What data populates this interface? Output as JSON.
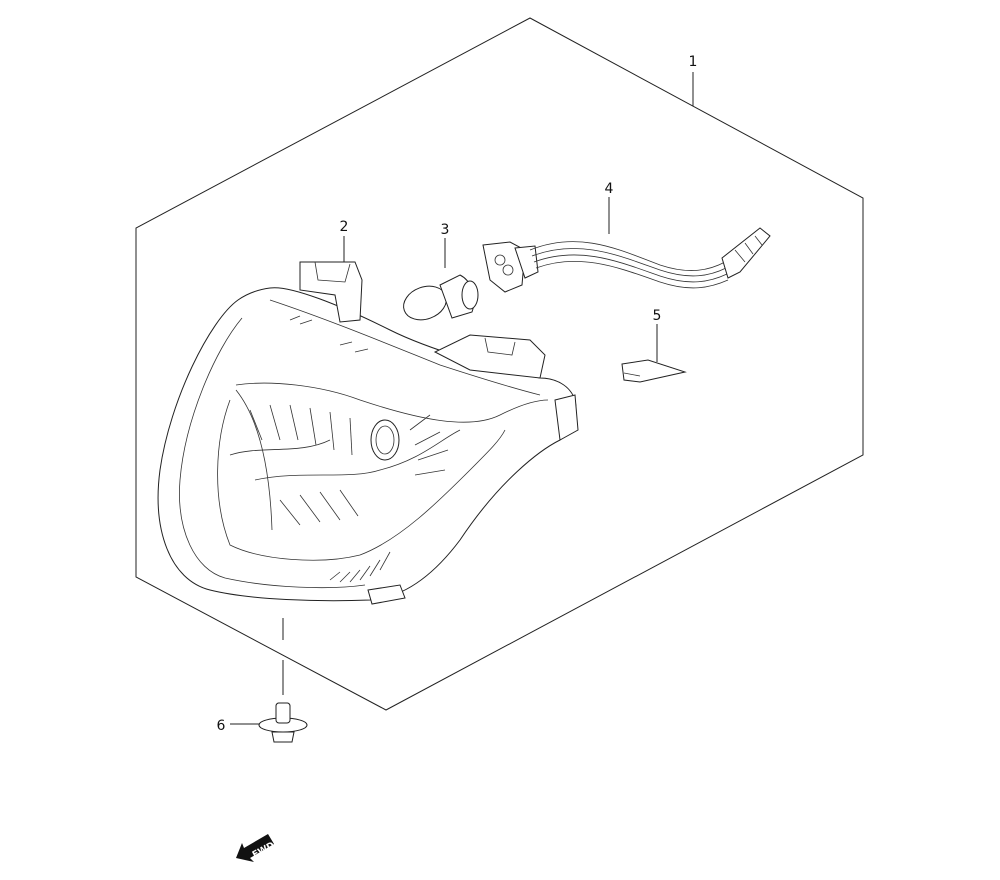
{
  "diagram": {
    "callouts": [
      {
        "number": "1",
        "part": "headlight-assembly"
      },
      {
        "number": "2",
        "part": "headlight-housing"
      },
      {
        "number": "3",
        "part": "bulb"
      },
      {
        "number": "4",
        "part": "socket-wire-harness"
      },
      {
        "number": "5",
        "part": "cushion-pad"
      },
      {
        "number": "6",
        "part": "screw"
      }
    ],
    "direction_marker": "FWD",
    "line_color": "#222222"
  }
}
